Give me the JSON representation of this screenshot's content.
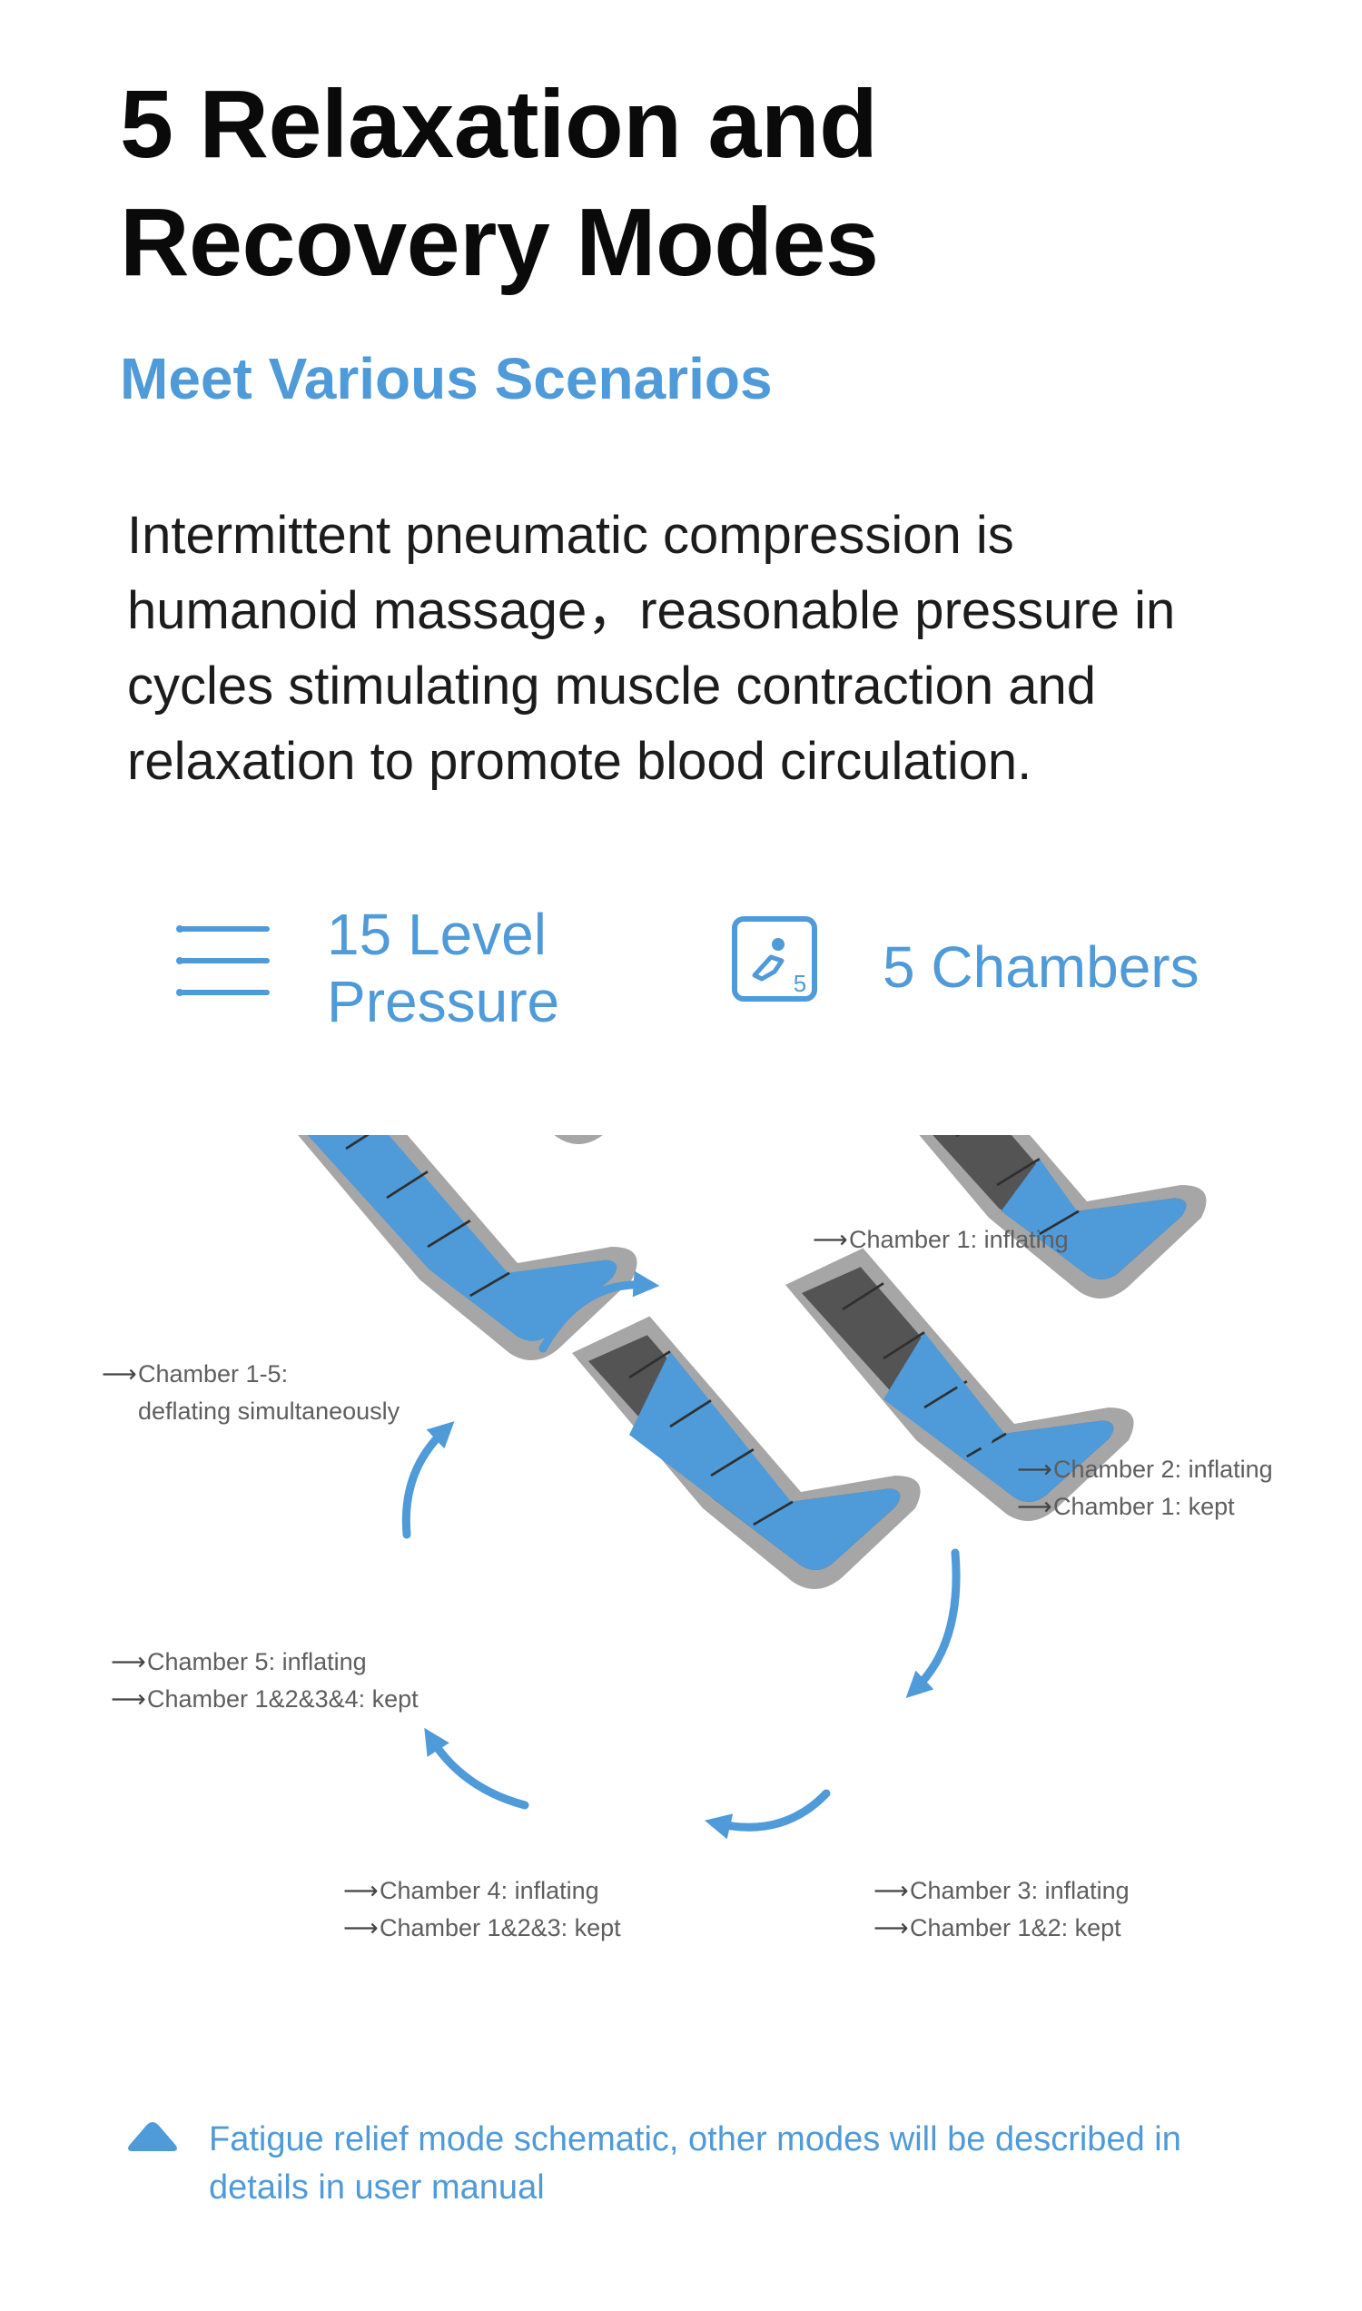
{
  "header": {
    "title_line1": "5 Relaxation and",
    "title_line2": "Recovery Modes",
    "subtitle": "Meet Various Scenarios"
  },
  "intro": {
    "line1": "Intermittent pneumatic compression is",
    "line2": "humanoid massage，reasonable pressure in",
    "line3": "cycles stimulating muscle contraction and",
    "line4": "relaxation to promote blood circulation."
  },
  "features": [
    {
      "icon": "pressure-levels-icon",
      "line1": "15 Level",
      "line2": "Pressure"
    },
    {
      "icon": "chambers-icon",
      "icon_digit": "5",
      "line1": "5 Chambers"
    }
  ],
  "diagram": {
    "stage1": {
      "line1": "Chamber 1: inflating"
    },
    "stage2": {
      "line1": "Chamber 2: inflating",
      "line2": "Chamber 1: kept"
    },
    "stage3": {
      "line1": "Chamber 3: inflating",
      "line2": "Chamber 1&2: kept"
    },
    "stage4": {
      "line1": "Chamber 4: inflating",
      "line2": "Chamber 1&2&3: kept"
    },
    "stage5": {
      "line1": "Chamber 5: inflating",
      "line2": "Chamber 1&2&3&4: kept"
    },
    "stage6": {
      "line1": "Chamber 1-5:",
      "line2": "deflating simultaneously"
    },
    "arrow_glyph": "⟶"
  },
  "note": {
    "icon": "triangle-icon",
    "line1": "Fatigue relief mode schematic, other modes will be described in",
    "line2": "details in user manual"
  },
  "colors": {
    "accent": "#4f9ad8",
    "boot_dark": "#545454",
    "boot_outline": "#a9a9a9",
    "boot_inflated": "#4f9ad8"
  }
}
